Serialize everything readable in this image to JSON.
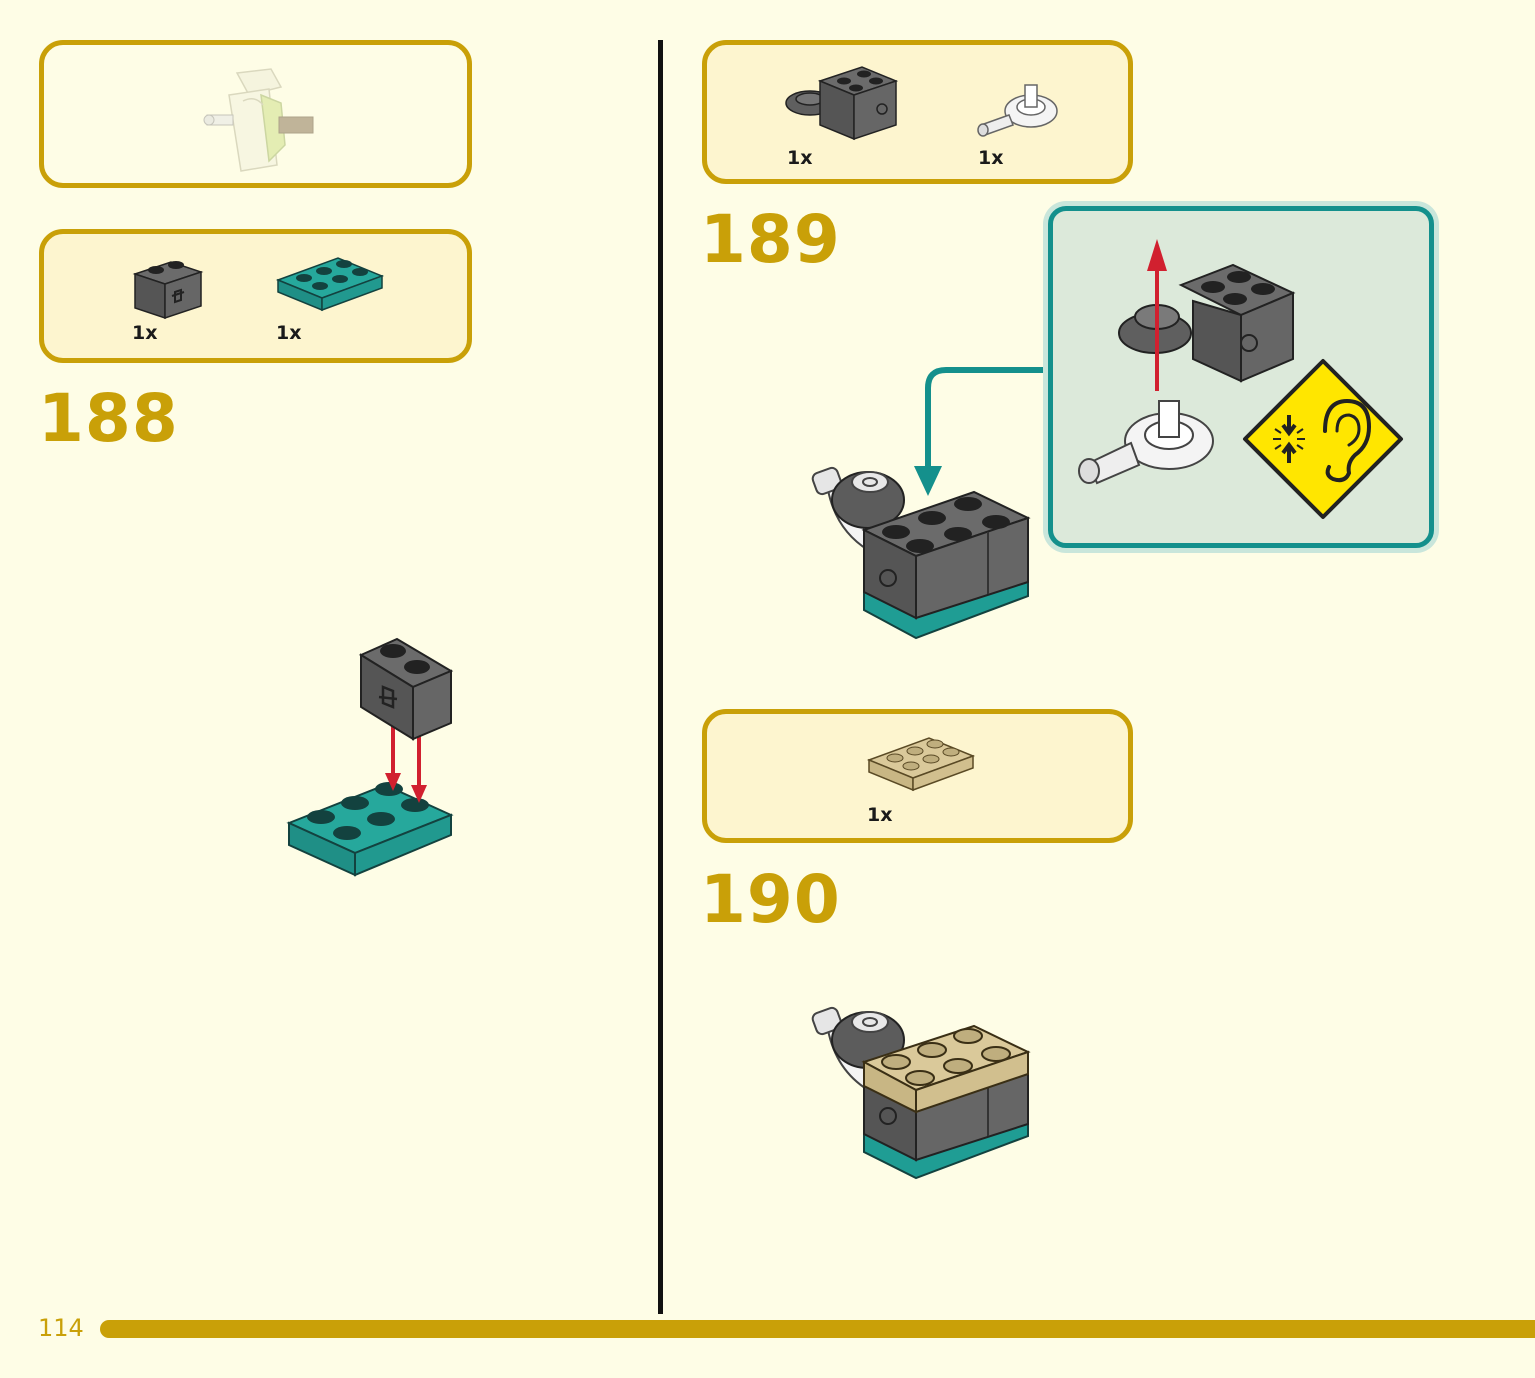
{
  "page": {
    "number": "114"
  },
  "steps": [
    {
      "number": "188",
      "parts": [
        {
          "qty": "1x",
          "name": "gray-1x2-axle-brick-icon"
        },
        {
          "qty": "1x",
          "name": "teal-2x3-plate-icon"
        }
      ]
    },
    {
      "number": "189",
      "parts": [
        {
          "qty": "1x",
          "name": "gray-2x2-round-brick-icon"
        },
        {
          "qty": "1x",
          "name": "white-turntable-pin-icon"
        }
      ],
      "callout_icon": "click-sound-ear-icon"
    },
    {
      "number": "190",
      "parts": [
        {
          "qty": "1x",
          "name": "tan-2x3-plate-icon"
        }
      ]
    }
  ],
  "colors": {
    "accent": "#c9a008",
    "background": "#fefde6",
    "panel": "#fdf5cf",
    "teal": "#1f9d94",
    "callout_border": "#14908c",
    "callout_bg": "#dce9da",
    "arrow_red": "#d1202f",
    "brick_gray": "#5b5b5b",
    "tan": "#dac99a"
  }
}
